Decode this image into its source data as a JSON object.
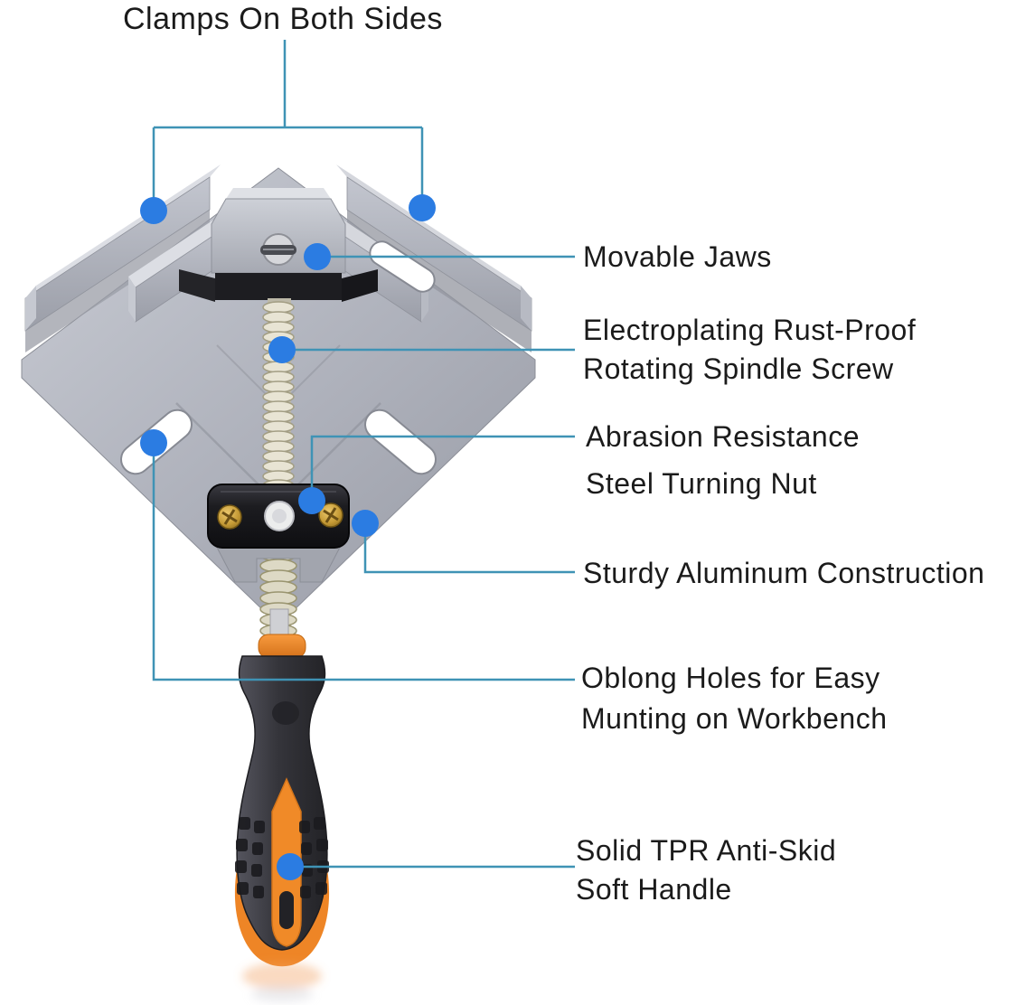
{
  "image_type": "annotated product diagram",
  "product_graphic": "right-angle corner clamp with threaded spindle and soft-grip handle",
  "annotations": {
    "clamps": {
      "label": "Clamps On Both Sides"
    },
    "movable": {
      "line1": "Movable Jaws"
    },
    "electroplating": {
      "line1": "Electroplating Rust-Proof",
      "line2": "Rotating Spindle Screw"
    },
    "abrasion": {
      "line1": "Abrasion Resistance",
      "line2": "Steel Turning Nut"
    },
    "sturdy": {
      "line1": "Sturdy Aluminum Construction"
    },
    "oblong": {
      "line1": "Oblong Holes for Easy",
      "line2": "Munting on Workbench"
    },
    "handle": {
      "line1": "Solid TPR Anti-Skid",
      "line2": "Soft Handle"
    }
  },
  "style": {
    "background": "#ffffff",
    "text_color": "#1b1b1b",
    "callout_line_color": "#3f93b5",
    "callout_dot_color": "#2b7ce2",
    "aluminum_color": "#b4b7c0",
    "black_nut_color": "#1d1d21",
    "brass_screw_color": "#c9a23c",
    "orange_accent_color": "#f08a28",
    "handle_color": "#36363c"
  }
}
